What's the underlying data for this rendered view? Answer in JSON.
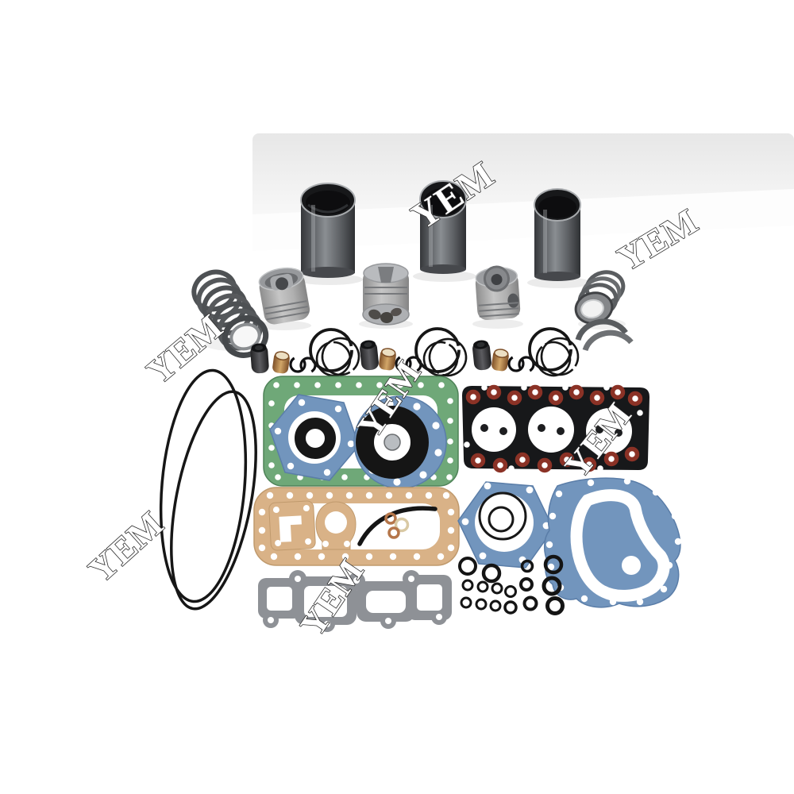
{
  "image": {
    "type": "product-photo",
    "subject": "Diesel engine overhaul rebuild kit with cylinder liners, pistons, piston ring sets, bearings, bushings, circlips and a full gasket set laid out on a white background",
    "background_color": "#ffffff"
  },
  "watermark": {
    "text": "YEM",
    "fill": "#ffffff",
    "outline": "#2b2b2b",
    "count": 7
  },
  "palette": {
    "liner_dark": "#2e3033",
    "liner_mid": "#8a8e92",
    "piston_gray": "#b9b9b9",
    "bearing_gray": "#55585c",
    "brass": "#c89a5d",
    "rubber_black": "#141414",
    "gasket_green": "#6fa878",
    "gasket_blue": "#7295bd",
    "gasket_tan": "#d9b287",
    "gasket_gray": "#8f9296",
    "head_gasket_black": "#17181a",
    "grommet_red": "#8b3226",
    "copper": "#b5764a"
  },
  "parts": [
    {
      "name": "cylinder-liner",
      "quantity": 3
    },
    {
      "name": "piston",
      "quantity": 3
    },
    {
      "name": "piston-ring-set",
      "quantity": 3
    },
    {
      "name": "wrist-pin",
      "quantity": 3
    },
    {
      "name": "small-end-bushing",
      "quantity": 3
    },
    {
      "name": "circlip-pair",
      "quantity": 3
    },
    {
      "name": "bearing-shell-stack",
      "quantity": 2
    },
    {
      "name": "thrust-washer",
      "quantity": 2
    },
    {
      "name": "large-oval-o-ring",
      "quantity": 1
    },
    {
      "name": "green-case-gasket",
      "quantity": 1
    },
    {
      "name": "blue-hex-bearing-gasket",
      "quantity": 1
    },
    {
      "name": "round-oil-seal-with-blue-flange-gasket",
      "quantity": 1
    },
    {
      "name": "cylinder-head-gasket",
      "quantity": 1
    },
    {
      "name": "tan-oil-pan-gasket",
      "quantity": 1
    },
    {
      "name": "thermostat-gasket",
      "quantity": 1
    },
    {
      "name": "water-outlet-gasket",
      "quantity": 1
    },
    {
      "name": "curved-seal-strip",
      "quantity": 1
    },
    {
      "name": "copper-washer",
      "quantity": 3
    },
    {
      "name": "blue-hex-water-pump-gasket",
      "quantity": 1
    },
    {
      "name": "blue-timing-cover-gasket",
      "quantity": 1
    },
    {
      "name": "gray-manifold-gasket",
      "quantity": 1
    },
    {
      "name": "o-ring-assortment",
      "quantity": 16
    }
  ]
}
